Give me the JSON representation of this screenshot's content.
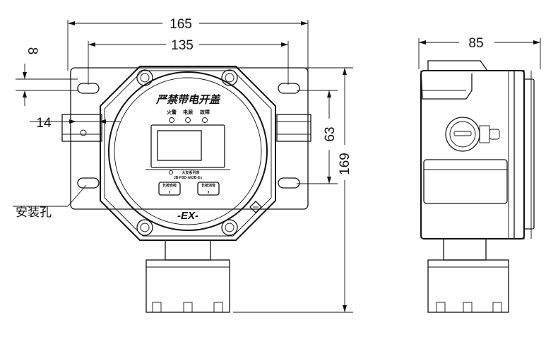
{
  "front_view": {
    "dim_overall_width": "165",
    "dim_hole_spacing_width": "135",
    "dim_offset_top": "8",
    "dim_hole_edge": "14",
    "dim_hole_spacing_height": "63",
    "dim_overall_height": "169",
    "mounting_hole_label": "安装孔",
    "nameplate": "严禁带电开盖",
    "indicators": [
      "火警",
      "电源",
      "故障"
    ],
    "brand": "大友系列表",
    "model": "JB-FSD-A02B-Ex",
    "key_left": "长按自检",
    "key_right": "长按消音",
    "ex_mark": "-EX-"
  },
  "side_view": {
    "dim_depth": "85"
  }
}
